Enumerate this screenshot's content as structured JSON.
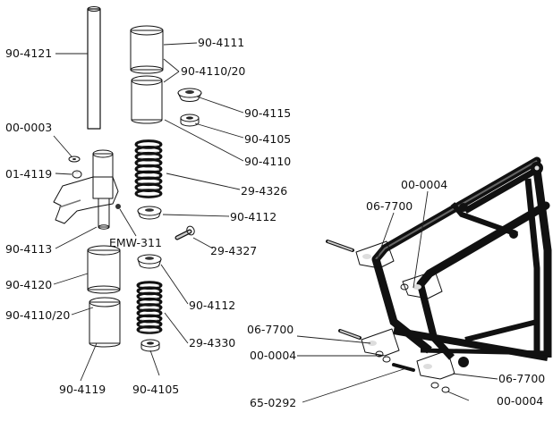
{
  "diagram": {
    "labels": [
      {
        "id": "l1",
        "text": "90-4121"
      },
      {
        "id": "l2",
        "text": "90-4111"
      },
      {
        "id": "l3",
        "text": "90-4110/20"
      },
      {
        "id": "l4",
        "text": "00-0003"
      },
      {
        "id": "l5",
        "text": "90-4115"
      },
      {
        "id": "l6",
        "text": "90-4105"
      },
      {
        "id": "l7",
        "text": "01-4119"
      },
      {
        "id": "l8",
        "text": "90-4110"
      },
      {
        "id": "l9",
        "text": "29-4326"
      },
      {
        "id": "l10",
        "text": "90-4112"
      },
      {
        "id": "l11",
        "text": "90-4113"
      },
      {
        "id": "l12",
        "text": "EMW-311"
      },
      {
        "id": "l13",
        "text": "29-4327"
      },
      {
        "id": "l14",
        "text": "90-4120"
      },
      {
        "id": "l15",
        "text": "90-4112"
      },
      {
        "id": "l16",
        "text": "90-4110/20"
      },
      {
        "id": "l17",
        "text": "29-4330"
      },
      {
        "id": "l18",
        "text": "90-4119"
      },
      {
        "id": "l19",
        "text": "90-4105"
      },
      {
        "id": "l20",
        "text": "00-0004"
      },
      {
        "id": "l21",
        "text": "06-7700"
      },
      {
        "id": "l22",
        "text": "06-7700"
      },
      {
        "id": "l23",
        "text": "00-0004"
      },
      {
        "id": "l24",
        "text": "06-7700"
      },
      {
        "id": "l25",
        "text": "65-0292"
      },
      {
        "id": "l26",
        "text": "00-0004"
      }
    ]
  }
}
